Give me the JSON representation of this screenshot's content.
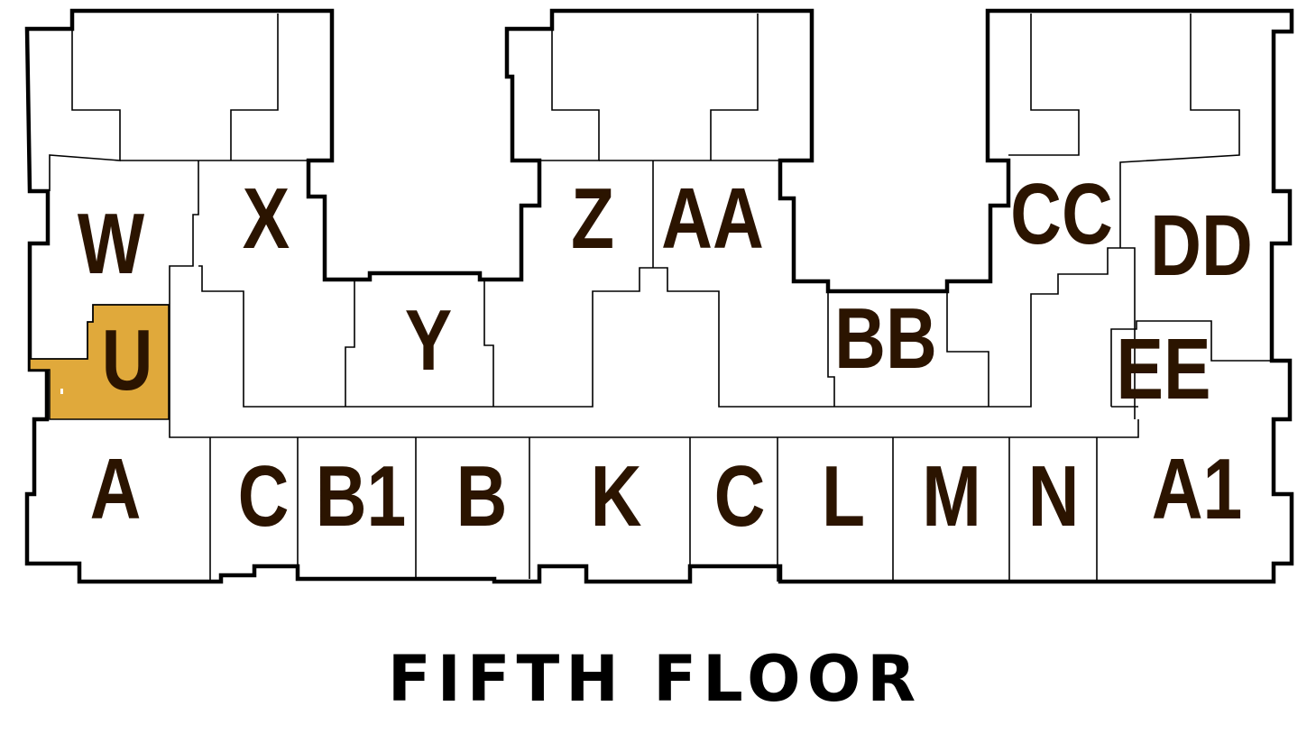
{
  "title": "FIFTH FLOOR",
  "colors": {
    "highlight": "#E0A93B",
    "label": "#2B1400",
    "outline": "#000000"
  },
  "highlighted_unit": "U",
  "units": [
    {
      "label": "W"
    },
    {
      "label": "X"
    },
    {
      "label": "Z"
    },
    {
      "label": "AA"
    },
    {
      "label": "CC"
    },
    {
      "label": "DD"
    },
    {
      "label": "U"
    },
    {
      "label": "Y"
    },
    {
      "label": "BB"
    },
    {
      "label": "EE"
    },
    {
      "label": "A"
    },
    {
      "label": "C"
    },
    {
      "label": "B1"
    },
    {
      "label": "B"
    },
    {
      "label": "K"
    },
    {
      "label": "C"
    },
    {
      "label": "L"
    },
    {
      "label": "M"
    },
    {
      "label": "N"
    },
    {
      "label": "A1"
    }
  ]
}
